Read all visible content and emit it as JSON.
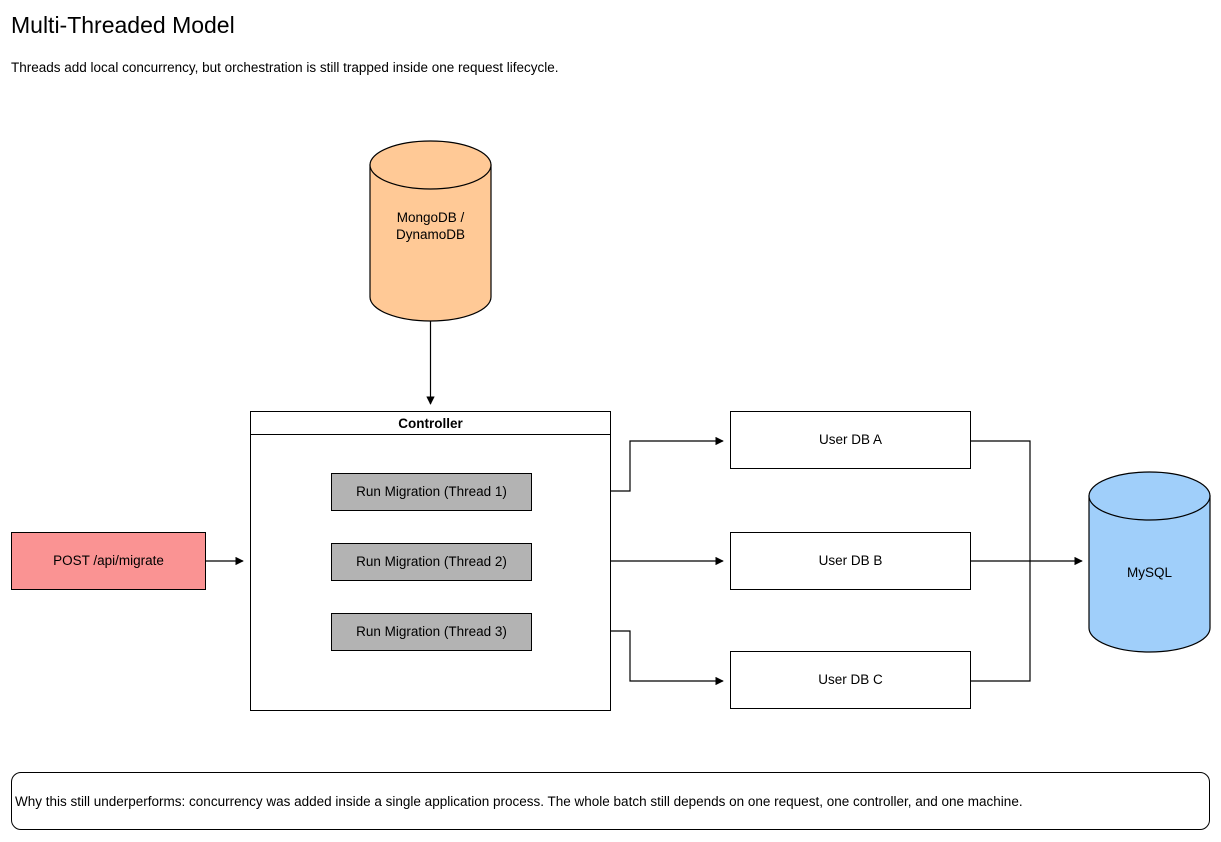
{
  "page": {
    "title": "Multi-Threaded Model",
    "subtitle": "Threads add local concurrency, but orchestration is still trapped inside one request lifecycle."
  },
  "diagram": {
    "type": "flowchart",
    "entry": {
      "label": "POST /api/migrate",
      "fill": "#fa9393",
      "stroke": "#000000"
    },
    "nosql_store": {
      "label_line1": "MongoDB /",
      "label_line2": "DynamoDB",
      "shape": "cylinder",
      "fill": "#ffc996",
      "stroke": "#000000"
    },
    "controller": {
      "title": "Controller",
      "fill": "#ffffff",
      "stroke": "#000000",
      "threads": [
        {
          "label": "Run Migration (Thread 1)",
          "fill": "#b3b3b3"
        },
        {
          "label": "Run Migration (Thread 2)",
          "fill": "#b3b3b3"
        },
        {
          "label": "Run Migration (Thread 3)",
          "fill": "#b3b3b3"
        }
      ]
    },
    "user_dbs": [
      {
        "label": "User DB A",
        "fill": "#ffffff"
      },
      {
        "label": "User DB B",
        "fill": "#ffffff"
      },
      {
        "label": "User DB C",
        "fill": "#ffffff"
      }
    ],
    "sql_store": {
      "label": "MySQL",
      "shape": "cylinder",
      "fill": "#a0cffa",
      "stroke": "#000000"
    },
    "note": "Why this still underperforms: concurrency was added inside a single application process. The whole batch still depends on one request, one controller, and one machine."
  }
}
